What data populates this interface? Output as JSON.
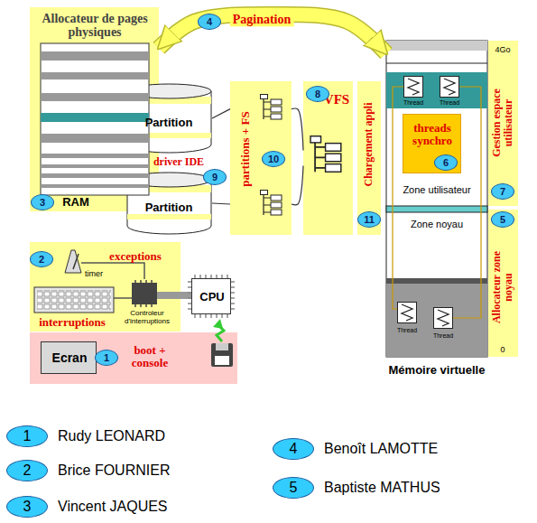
{
  "diagram": {
    "nodes": [
      {
        "text": [
          "Allocateur de pages physiques",
          "RAM"
        ]
      },
      {
        "text": [
          "Partition"
        ]
      },
      {
        "text": [
          "Partition"
        ]
      },
      {
        "text": [
          "partitions + FS"
        ]
      },
      {
        "text": [
          "VFS"
        ]
      },
      {
        "text": [
          "Chargement appli"
        ]
      },
      {
        "text": [
          "Mémoire virtuelle"
        ]
      },
      {
        "text": [
          "Zone utilisateur"
        ],
        "in": 6
      },
      {
        "text": [
          "threads synchro"
        ],
        "in": 7
      },
      {
        "text": [
          "Zone noyau"
        ],
        "in": 6
      },
      {
        "text": [
          "Gestion espace utilisateur"
        ]
      },
      {
        "text": [
          "Allocateur zone noyau"
        ]
      },
      {
        "text": [
          "exceptions",
          "interruptions"
        ]
      },
      {
        "text": [
          "CPU"
        ]
      },
      {
        "text": [
          "boot + console"
        ]
      },
      {
        "text": [
          "Ecran"
        ],
        "in": 14
      }
    ],
    "edges": [
      {
        "from": 0,
        "to": 6,
        "label": "Pagination",
        "arrow": "both"
      },
      {
        "from": 1,
        "to": 3,
        "arrow": "none"
      },
      {
        "from": 2,
        "to": 3,
        "arrow": "none"
      },
      {
        "from": 3,
        "to": 4,
        "arrow": "none"
      },
      {
        "from": 3,
        "to": 4,
        "arrow": "none"
      }
    ],
    "labels": [
      "3",
      "4",
      "driver IDE",
      "9",
      "10",
      "8",
      "11",
      "6",
      "4Go",
      "0",
      "7",
      "5",
      "Thread",
      "Thread",
      "Thread",
      "Thread",
      "2",
      "timer",
      "Controleur d'interruptions",
      "1",
      "1",
      "2",
      "3",
      "4",
      "5"
    ],
    "legend": [
      {
        "text": "Rudy LEONARD",
        "color": "#33ccff"
      },
      {
        "text": "Brice FOURNIER",
        "color": "#33ccff"
      },
      {
        "text": "Vincent JAQUES",
        "color": "#33ccff"
      },
      {
        "text": "Benoît LAMOTTE",
        "color": "#33ccff"
      },
      {
        "text": "Baptiste MATHUS",
        "color": "#33ccff"
      }
    ]
  }
}
